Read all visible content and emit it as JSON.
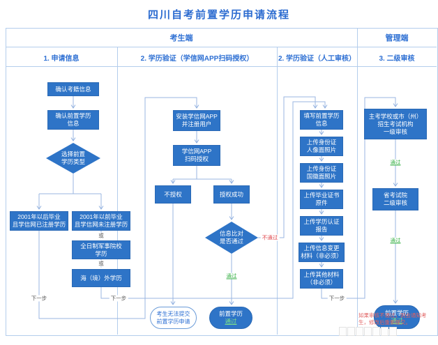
{
  "title": "四川自考前置学历申请流程",
  "lanes": {
    "examinee": "考生端",
    "admin": "管理端",
    "step1": "1. 申请信息",
    "step2a": "2. 学历验证（学信网APP扫码授权）",
    "step2b": "2. 学历验证（人工审核）",
    "step3": "3. 二级审核"
  },
  "nodes": {
    "confirm_exam_info": {
      "label": "确认考籍信息"
    },
    "confirm_prior_edu": {
      "label": "确认前置学历\n信息"
    },
    "choose_type": {
      "label": "选择前置\n学历类型"
    },
    "post2001": {
      "label": "2001年以后毕业\n且学信网已注册学历"
    },
    "pre2001": {
      "label": "2001年以前毕业\n且学信网未注册学历"
    },
    "military": {
      "label": "全日制军事院校\n学历"
    },
    "overseas": {
      "label": "海（境）外学历"
    },
    "install_app": {
      "label": "安装学信网APP\n并注册用户"
    },
    "scan_auth": {
      "label": "学信网APP\n扫码授权"
    },
    "no_auth": {
      "label": "不授权"
    },
    "auth_ok": {
      "label": "授权成功"
    },
    "info_match": {
      "label": "信息比对\n是否通过"
    },
    "cannot_submit": {
      "label": "考生无法提交\n前置学历申请"
    },
    "passed_examinee": {
      "line1": "前置学历",
      "line2": "通过"
    },
    "fill_info": {
      "label": "填写前置学历\n信息"
    },
    "upload_id_front": {
      "label": "上传身份证\n人像面照片"
    },
    "upload_id_back": {
      "label": "上传身份证\n国徽面照片"
    },
    "upload_diploma": {
      "label": "上传毕业证书\n原件"
    },
    "upload_cert_report": {
      "label": "上传学历认证\n报告"
    },
    "upload_change": {
      "label": "上传信息变更\n材料（非必须）"
    },
    "upload_other": {
      "label": "上传其他材料\n（非必须）"
    },
    "first_review": {
      "label": "主考学校或市（州）\n招生考试机构\n一级审核"
    },
    "second_review": {
      "label": "省考试院\n二级审核"
    },
    "passed_admin": {
      "line1": "前置学历",
      "line2": "通过"
    }
  },
  "edge_labels": {
    "or": "或",
    "next": "下一步",
    "pass": "通过",
    "fail": "不通过"
  },
  "note": "如果审核不通过，则会通知考生，修改后重新提交。",
  "colors": {
    "box_blue": "#2e74c7",
    "accent_blue": "#2d6fd3",
    "pass_green": "#3bb24a",
    "fail_red": "#e04b50",
    "wire_blue": "#9ab5e2"
  }
}
